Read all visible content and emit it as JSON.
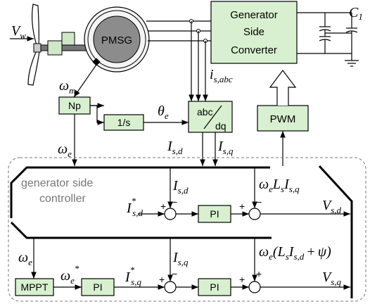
{
  "blocks": {
    "pmsg": "PMSG",
    "converter": [
      "Generator",
      "Side",
      "Converter"
    ],
    "np": "Np",
    "integrator": "1/s",
    "abc_dq_top": "abc",
    "abc_dq_bottom": "dq",
    "pwm": "PWM",
    "pi_d": "PI",
    "mppt": "MPPT",
    "pi_speed": "PI",
    "pi_q": "PI"
  },
  "controller_label": [
    "generator side",
    "controller"
  ],
  "signals": {
    "vw_main": "V",
    "vw_sub": "w",
    "c1_main": "C",
    "c1_sub": "1",
    "omega_m_main": "ω",
    "omega_m_sub": "m",
    "theta_e_main": "θ",
    "theta_e_sub": "e",
    "isabc_main": "i",
    "isabc_sub": "s,abc",
    "omega_e_main": "ω",
    "omega_e_sub": "e",
    "isd_main": "I",
    "isd_sub": "s,d",
    "isq_main": "I",
    "isq_sub": "s,q",
    "isd_ref_main": "I",
    "isd_ref_sub": "s,d",
    "star": "*",
    "isq_ref_main": "I",
    "isq_ref_sub": "s,q",
    "omega_e_ref_main": "ω",
    "omega_e_ref_sub": "e",
    "vsd_main": "V",
    "vsd_sub": "s,d",
    "vsq_main": "V",
    "vsq_sub": "s,q",
    "decoup_d": {
      "w": "ω",
      "w_sub": "e",
      "L": "L",
      "L_sub": "s",
      "I": "I",
      "I_sub": "s,q"
    },
    "decoup_q": {
      "w": "ω",
      "w_sub": "e",
      "open": "(",
      "L": "L",
      "L_sub": "s",
      "I": "I",
      "I_sub": "s,d",
      "plus": "+",
      "psi": "ψ",
      "close": ")"
    }
  },
  "signs": {
    "plus": "+",
    "minus": "−"
  }
}
